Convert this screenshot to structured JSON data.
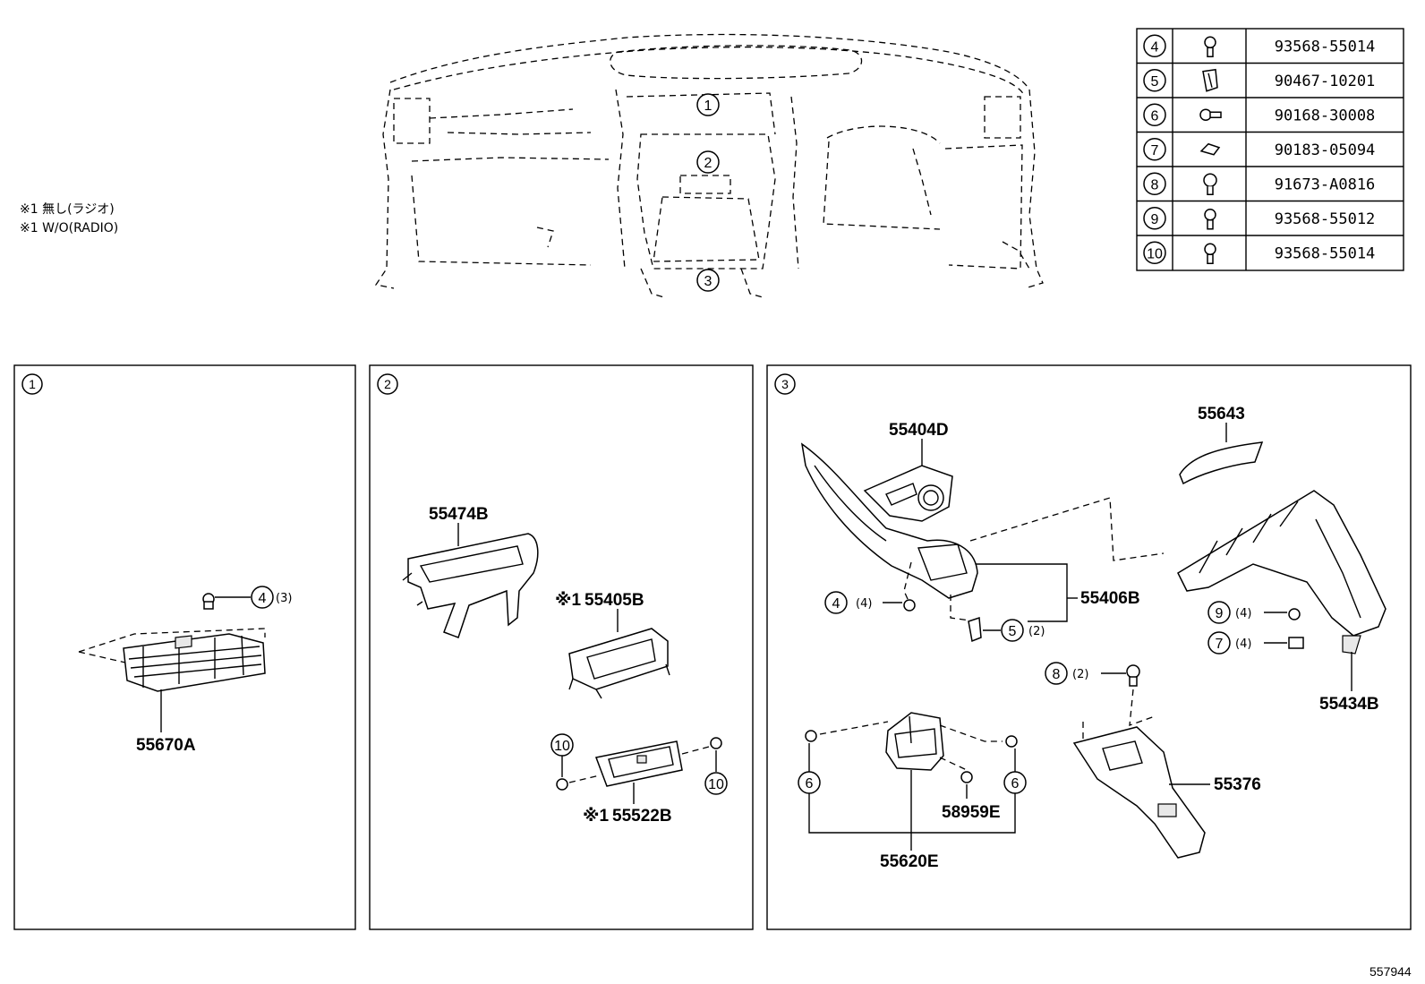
{
  "notes": {
    "line1": "※1 無し(ラジオ)",
    "line2": "※1 W/O(RADIO)"
  },
  "figure_number": "557944",
  "parts_table": [
    {
      "callout": "4",
      "icon": "bolt-icon",
      "part_no": "93568-55014"
    },
    {
      "callout": "5",
      "icon": "clip-icon",
      "part_no": "90467-10201"
    },
    {
      "callout": "6",
      "icon": "screw-icon",
      "part_no": "90168-30008"
    },
    {
      "callout": "7",
      "icon": "nut-icon",
      "part_no": "90183-05094"
    },
    {
      "callout": "8",
      "icon": "clip-pin-icon",
      "part_no": "91673-A0816"
    },
    {
      "callout": "9",
      "icon": "bolt-icon",
      "part_no": "93568-55012"
    },
    {
      "callout": "10",
      "icon": "bolt-icon",
      "part_no": "93568-55014"
    }
  ],
  "overview": {
    "callout_1": "1",
    "callout_2": "2",
    "callout_3": "3"
  },
  "panel_1": {
    "title": "1",
    "part_55670A": "55670A",
    "callout_4": "4",
    "qty_4": "(3)"
  },
  "panel_2": {
    "title": "2",
    "part_55474B": "55474B",
    "part_55405B": "55405B",
    "mark_55405B": "※1",
    "part_55522B": "55522B",
    "mark_55522B": "※1",
    "callout_10a": "10",
    "callout_10b": "10"
  },
  "panel_3": {
    "title": "3",
    "part_55404D": "55404D",
    "part_55643": "55643",
    "part_55406B": "55406B",
    "part_55434B": "55434B",
    "part_55376": "55376",
    "part_58959E": "58959E",
    "part_55620E": "55620E",
    "callout_4": "4",
    "qty_4": "(4)",
    "callout_5": "5",
    "qty_5": "(2)",
    "callout_9": "9",
    "qty_9": "(4)",
    "callout_7": "7",
    "qty_7": "(4)",
    "callout_8": "8",
    "qty_8": "(2)",
    "callout_6a": "6",
    "callout_6b": "6"
  }
}
